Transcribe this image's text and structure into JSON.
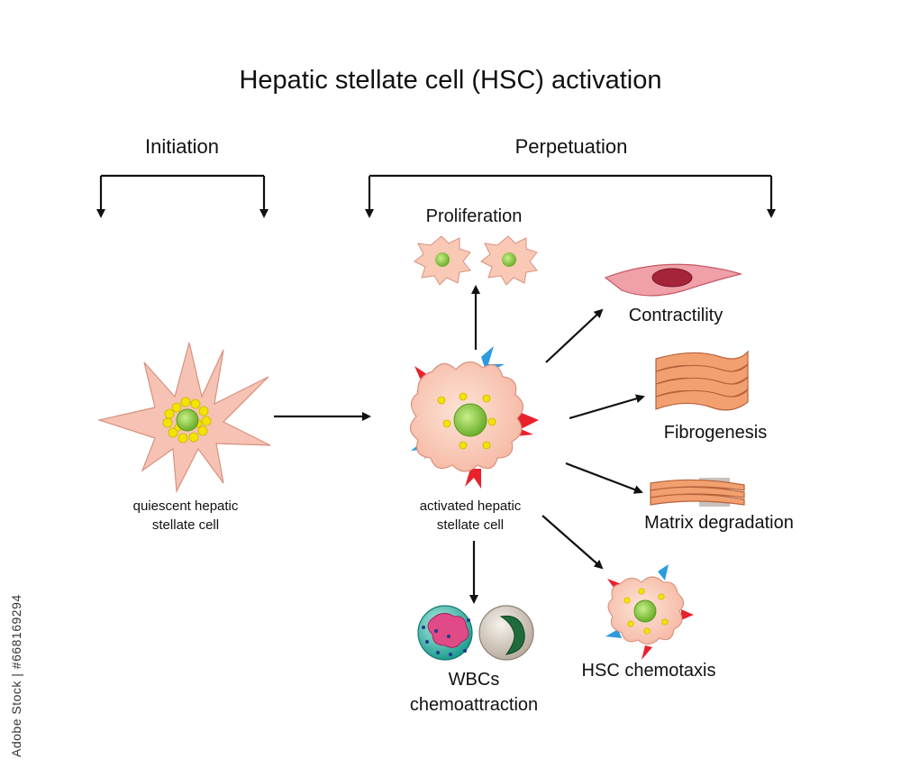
{
  "title": "Hepatic stellate cell (HSC) activation",
  "phases": {
    "initiation": "Initiation",
    "perpetuation": "Perpetuation"
  },
  "cells": {
    "quiescent_line1": "quiescent hepatic",
    "quiescent_line2": "stellate cell",
    "activated_line1": "activated hepatic",
    "activated_line2": "stellate cell"
  },
  "outcomes": {
    "proliferation": "Proliferation",
    "contractility": "Contractility",
    "fibrogenesis": "Fibrogenesis",
    "matrix_degradation": "Matrix degradation",
    "hsc_chemotaxis": "HSC chemotaxis",
    "wbcs_line1": "WBCs",
    "wbcs_line2": "chemoattraction"
  },
  "watermark": "Adobe Stock | #668169294",
  "colors": {
    "cell_fill": "#f9c9b6",
    "cell_stroke": "#d8917f",
    "nucleus": "#8cc63f",
    "vitamin_a_droplet": "#f4e200",
    "red_spike": "#e8212b",
    "blue_spike": "#2b9be0",
    "muscle_cell": "#f0a0a8",
    "collagen": "#f2a070",
    "neutrophil_bg": "#2bb5a8",
    "macrophage_bg": "#d8cfc4"
  }
}
